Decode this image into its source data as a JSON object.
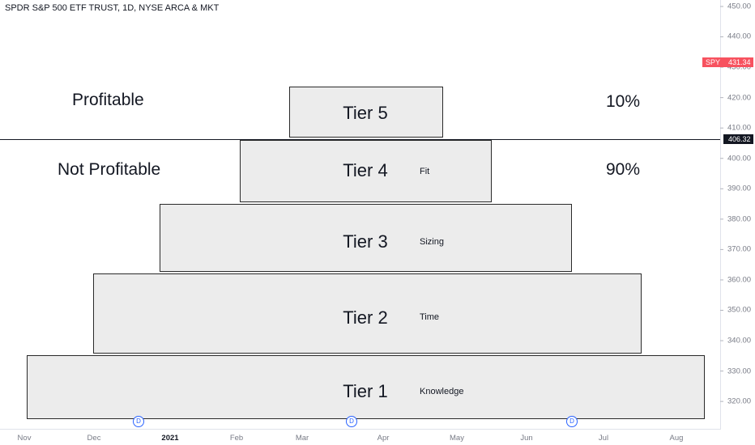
{
  "header": {
    "title": "SPDR S&P 500 ETF TRUST, 1D, NYSE ARCA & MKT"
  },
  "labels": {
    "profitable": "Profitable",
    "not_profitable": "Not Profitable",
    "pct_top": "10%",
    "pct_bottom": "90%"
  },
  "tiers": [
    {
      "name": "Tier 5",
      "sub": ""
    },
    {
      "name": "Tier 4",
      "sub": "Fit"
    },
    {
      "name": "Tier 3",
      "sub": "Sizing"
    },
    {
      "name": "Tier 2",
      "sub": "Time"
    },
    {
      "name": "Tier 1",
      "sub": "Knowledge"
    }
  ],
  "price_tags": {
    "symbol": "SPY",
    "last_price": "431.34",
    "line_price": "406.32"
  },
  "dividend_marker": "D",
  "colors": {
    "tier_fill": "#ececec",
    "tier_border": "#2a2a2a",
    "price_tag": "#f7525f",
    "line_tag": "#131722",
    "dividend": "#2962ff"
  },
  "chart_data": {
    "type": "table",
    "symbol": "SPY",
    "interval": "1D",
    "y_axis": {
      "range": [
        310,
        452
      ],
      "ticks": [
        "450.00",
        "440.00",
        "430.00",
        "420.00",
        "410.00",
        "400.00",
        "390.00",
        "380.00",
        "370.00",
        "360.00",
        "350.00",
        "340.00",
        "330.00",
        "320.00"
      ]
    },
    "x_axis": {
      "ticks": [
        "Nov",
        "Dec",
        "2021",
        "Feb",
        "Mar",
        "Apr",
        "May",
        "Jun",
        "Jul",
        "Aug"
      ]
    },
    "horizontal_line": 406.32,
    "last_price": 431.34,
    "dividends": [
      "Dec",
      "Mar",
      "Jun"
    ]
  }
}
